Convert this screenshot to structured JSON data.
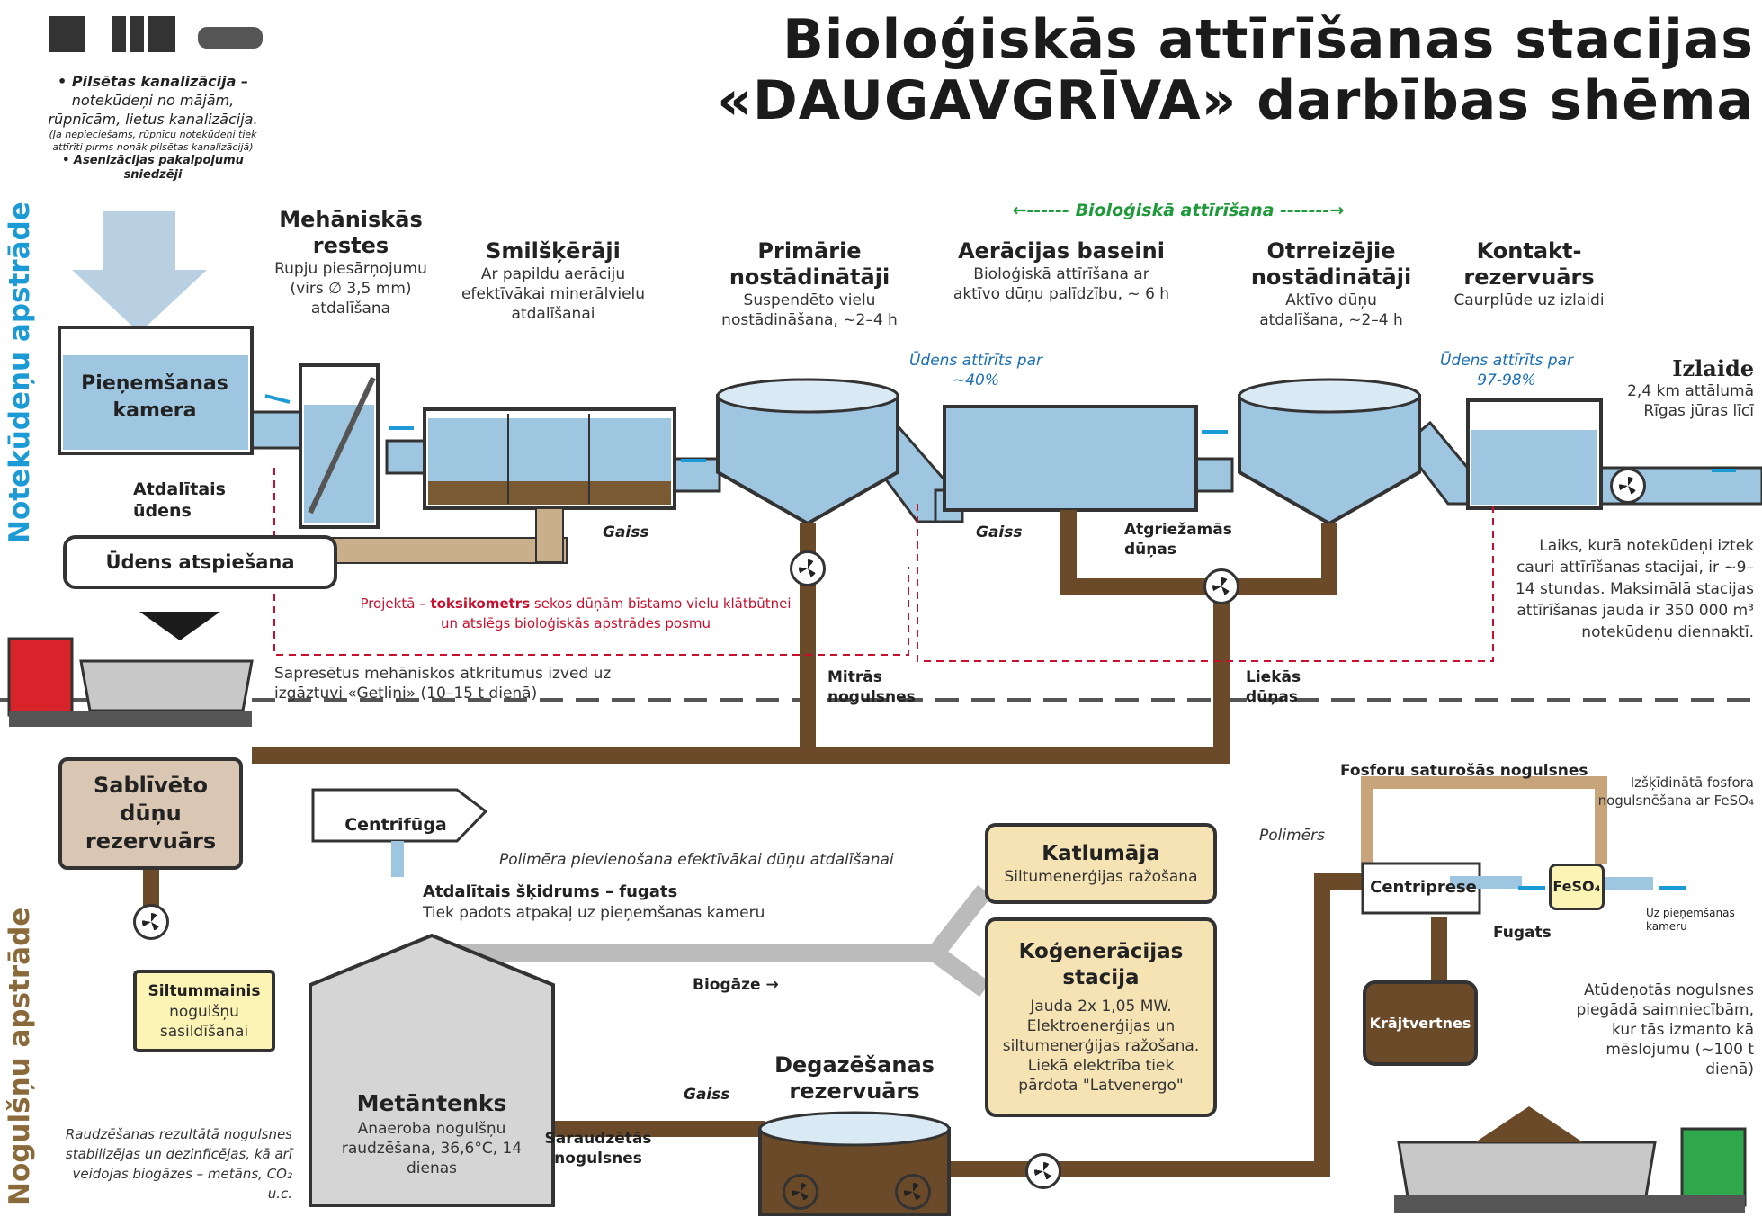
{
  "title": {
    "line1": "Bioloģiskās attīrīšanas stacijas",
    "line2": "«DAUGAVGRĪVA» darbības shēma"
  },
  "side": {
    "top": "Notekūdeņu apstrāde",
    "bottom": "Nogulšņu apstrāde"
  },
  "sources": {
    "item1_title": "• Pilsētas kanalizācija –",
    "item1_text": "notekūdeņi no mājām, rūpnīcām, lietus kanalizācija.",
    "item1_note": "(Ja nepieciešams, rūpnīcu notekūdeņi tiek attīrīti pirms nonāk pilsētas kanalizācijā)",
    "item2": "• Asenizācijas pakalpojumu sniedzēji"
  },
  "bio_label": "Bioloģiskā attīrīšana",
  "stages": [
    {
      "title": "Mehāniskās restes",
      "desc": "Rupju piesārņojumu (virs ∅ 3,5 mm) atdalīšana"
    },
    {
      "title": "Smilšķērāji",
      "desc": "Ar papildu aerāciju efektīvākai minerālvielu atdalīšanai"
    },
    {
      "title": "Primārie nostādinātāji",
      "desc": "Suspendēto vielu nostādināšana, ~2–4 h"
    },
    {
      "title": "Aerācijas baseini",
      "desc": "Bioloģiskā attīrīšana ar aktīvo dūņu palīdzību, ~ 6 h"
    },
    {
      "title": "Otrreizējie nostādinātāji",
      "desc": "Aktīvo dūņu atdalīšana, ~2–4 h"
    },
    {
      "title": "Kontakt-rezervuārs",
      "desc": "Caurplūde uz izlaidi"
    }
  ],
  "purified1": "Ūdens attīrīts par ~40%",
  "purified2": "Ūdens attīrīts par 97-98%",
  "outlet": {
    "title": "Izlaide",
    "desc": "2,4 km attālumā Rīgas jūras līcī"
  },
  "boxes": {
    "receiving": "Pieņemšanas kamera",
    "separated_water": "Atdalītais ūdens",
    "pressing": "Ūdens atspiešana",
    "sludge_res": "Sablīvēto dūņu rezervuārs",
    "centrifuge": "Centrifūga",
    "heat_exchanger": "Siltummainis",
    "heat_exchanger_desc": "nogulšņu sasildīšanai",
    "metantank": "Metāntenks",
    "metantank_desc": "Anaeroba nogulšņu raudzēšana, 36,6°C, 14 dienas",
    "boiler": "Katlumāja",
    "boiler_desc": "Siltumenerģijas ražošana",
    "cogen": "Koģenerācijas stacija",
    "cogen_desc": "Jauda 2x 1,05 MW. Elektroenerģijas un siltumenerģijas ražošana. Liekā elektrība tiek pārdota \"Latvenergo\"",
    "degas": "Degazēšanas rezervuārs",
    "centripress": "Centriprese",
    "feso": "FeSO₄",
    "storage": "Krājtvertnes"
  },
  "labels": {
    "gaiss": "Gaiss",
    "returning": "Atgriežamās dūņas",
    "wet": "Mitrās nogulsnes",
    "excess": "Liekās dūņas",
    "biogas": "Biogāze →",
    "fermented": "Saraudzētās nogulsnes",
    "polymer": "Polimērs",
    "fugats": "Fugats",
    "to_receiving": "Uz pieņemšanas kameru",
    "phosphorus": "Fosforu saturošās nogulsnes",
    "fe_dosing": "Izšķīdinātā fosfora nogulsnēšana ar FeSO₄"
  },
  "notes": {
    "toxic_a": "Projektā – ",
    "toxic_b": "toksikometrs",
    "toxic_c": " sekos dūņām bīstamo vielu klātbūtnei un atslēgs bioloģiskās apstrādes posmu",
    "waste": "Sapresētus mehāniskos atkritumus izved uz izgāztuvi «Getliņi» (10–15 t dienā)",
    "time": "Laiks, kurā notekūdeņi iztek cauri attīrīšanas stacijai, ir ~9–14 stundas. Maksimālā stacijas attīrīšanas jauda ir 350 000 m³ notekūdeņu diennaktī.",
    "polymer_note": "Polimēra pievienošana efektīvākai dūņu atdalīšanai",
    "liquid_title": "Atdalītais šķidrums – fugats",
    "liquid_desc": "Tiek padots atpakaļ uz pieņemšanas kameru",
    "fermentation": "Raudzēšanas rezultātā nogulsnes stabilizējas un dezinficējas, kā arī veidojas biogāzes – metāns, CO₂ u.c.",
    "dewatered": "Atūdeņotās nogulsnes piegādā saimniecībām, kur tās izmanto kā mēslojumu (~100 t dienā)"
  },
  "colors": {
    "water": "#9fc6e0",
    "sludge": "#6b4a2a",
    "pipe_gray": "#d8d8d8",
    "beige": "#f6e3b4",
    "tan": "#d9c7b3",
    "yellow": "#fbf4b5",
    "dashed_red": "#c8102e",
    "arrow_blue": "#1c9ad6"
  }
}
